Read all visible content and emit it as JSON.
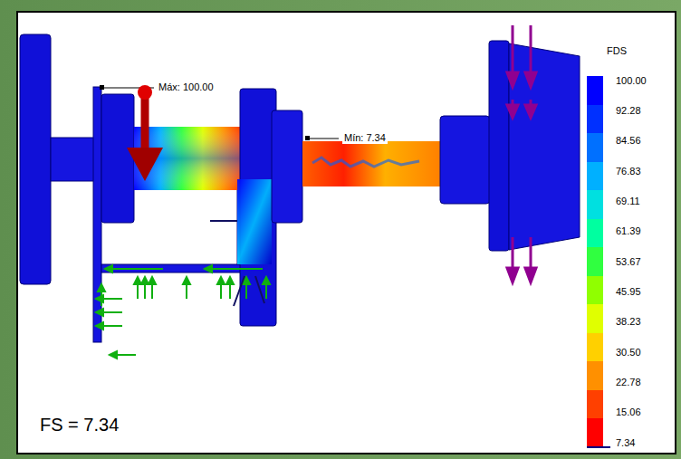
{
  "diagram": {
    "labels": [
      "Máx: 100.00",
      "Mín: 7.34",
      "FDS",
      "FS = 7.34"
    ],
    "legend": [
      {
        "text": "100.00",
        "color": "#0000ff"
      },
      {
        "text": "92.28",
        "color": "#0030ff"
      },
      {
        "text": "84.56",
        "color": "#0070ff"
      },
      {
        "text": "76.83",
        "color": "#00b0ff"
      },
      {
        "text": "69.11",
        "color": "#00e0e0"
      },
      {
        "text": "61.39",
        "color": "#00ffa0"
      },
      {
        "text": "53.67",
        "color": "#30ff40"
      },
      {
        "text": "45.95",
        "color": "#90ff00"
      },
      {
        "text": "38.23",
        "color": "#e0ff00"
      },
      {
        "text": "30.50",
        "color": "#ffd000"
      },
      {
        "text": "22.78",
        "color": "#ff9000"
      },
      {
        "text": "15.06",
        "color": "#ff4000"
      },
      {
        "text": "7.34",
        "color": "#ff0000"
      }
    ]
  }
}
